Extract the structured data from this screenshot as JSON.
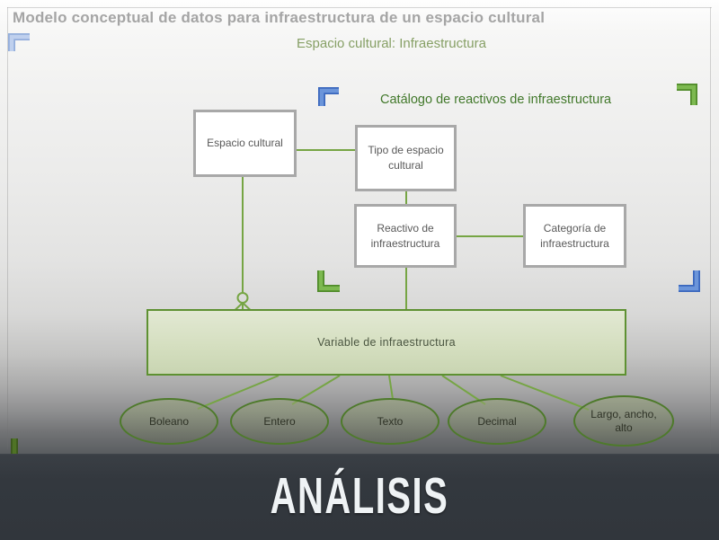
{
  "slide": {
    "title": "Modelo conceptual de datos para infraestructura de un espacio cultural",
    "subtitle": "Espacio cultural: Infraestructura",
    "caption": "Catálogo de reactivos de infraestructura",
    "banner": "ANÁLISIS"
  },
  "diagram": {
    "type": "entity-relationship-concept-model",
    "entities": [
      {
        "id": "espacio-cultural",
        "label": "Espacio cultural"
      },
      {
        "id": "tipo-espacio-cultural",
        "label": "Tipo de espacio cultural"
      },
      {
        "id": "reactivo-infraestructura",
        "label": "Reactivo de infraestructura"
      },
      {
        "id": "categoria-infraestructura",
        "label": "Categoría de infraestructura"
      },
      {
        "id": "variable-infraestructura",
        "label": "Variable de infraestructura"
      }
    ],
    "datatypes": [
      "Boleano",
      "Entero",
      "Texto",
      "Decimal",
      "Largo, ancho, alto"
    ],
    "relations": [
      {
        "from": "espacio-cultural",
        "to": "tipo-espacio-cultural"
      },
      {
        "from": "tipo-espacio-cultural",
        "to": "reactivo-infraestructura"
      },
      {
        "from": "reactivo-infraestructura",
        "to": "categoria-infraestructura"
      },
      {
        "from": "reactivo-infraestructura",
        "to": "variable-infraestructura"
      },
      {
        "from": "espacio-cultural",
        "to": "variable-infraestructura",
        "cardinality": "zero-or-many"
      },
      {
        "from": "variable-infraestructura",
        "to": "Boleano"
      },
      {
        "from": "variable-infraestructura",
        "to": "Entero"
      },
      {
        "from": "variable-infraestructura",
        "to": "Texto"
      },
      {
        "from": "variable-infraestructura",
        "to": "Decimal"
      },
      {
        "from": "variable-infraestructura",
        "to": "Largo, ancho, alto"
      }
    ],
    "icons": [
      "corner-bracket-icon-blue-light-top-left",
      "corner-bracket-icon-blue-top-left",
      "corner-bracket-icon-green-top-right",
      "corner-bracket-icon-green-bottom-left",
      "corner-bracket-icon-blue-bottom-right",
      "corner-bracket-icon-green-stub-bottom-left",
      "crow-foot-zero-or-many-icon"
    ]
  },
  "colors": {
    "title_gray": "#a5a5a5",
    "subtitle_green": "#87a066",
    "caption_green": "#41782a",
    "connector_green": "#76a544",
    "entity_border_gray": "#a8a8a8",
    "entity_text_gray": "#595959",
    "variable_border_green": "#5e9132",
    "variable_fill_green": "#d5dfc0",
    "ellipse_border_green": "#4e7a2b",
    "banner_bg": "#33383e",
    "banner_text": "#eff3f5",
    "bracket_blue": "#4d7fd0",
    "bracket_blue_light": "#b9cdec",
    "bracket_green": "#6fae3e"
  }
}
